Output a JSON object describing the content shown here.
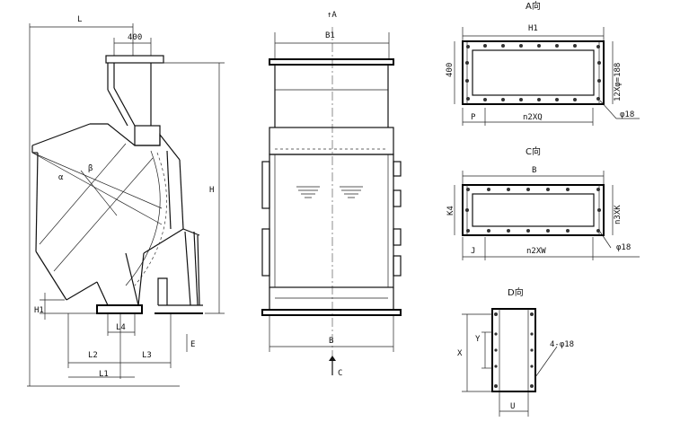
{
  "side_view": {
    "labels": {
      "L": "L",
      "d400": "400",
      "H": "H",
      "H1": "H1",
      "L1": "L1",
      "L2": "L2",
      "L3": "L3",
      "L4": "L4",
      "E": "E",
      "alpha": "α",
      "beta": "β"
    }
  },
  "front_view": {
    "labels": {
      "arrow_a": "↑A",
      "B1": "B1",
      "B": "B",
      "arrow_c": "C"
    }
  },
  "view_a": {
    "title": "A向",
    "labels": {
      "H1": "H1",
      "h400": "400",
      "holes": "12Xφ=188",
      "P": "P",
      "n2XQ": "n2XQ",
      "dia": "φ18"
    }
  },
  "view_c": {
    "title": "C向",
    "labels": {
      "B": "B",
      "K4": "K4",
      "n3XK": "n3XK",
      "J": "J",
      "n2XW": "n2XW",
      "dia": "φ18"
    }
  },
  "view_d": {
    "title": "D向",
    "labels": {
      "X": "X",
      "Y": "Y",
      "holes": "4-φ18",
      "U": "U"
    }
  }
}
